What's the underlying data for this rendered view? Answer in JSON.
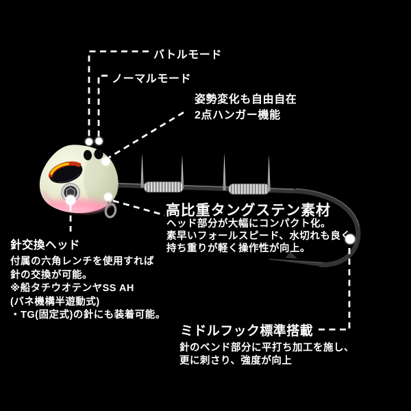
{
  "colors": {
    "background": "#000000",
    "text": "#ffffff",
    "leader_line": "#ffffff",
    "head_glow": "#eef1da",
    "belly_pink": "#ff9db8",
    "eye_red": "#c63213",
    "eye_yellow": "#f7c800",
    "hook_metal": "#383838",
    "coil_silver": "#c9c9c9"
  },
  "callouts": {
    "battle_mode": {
      "label": "バトルモード"
    },
    "normal_mode": {
      "label": "ノーマルモード"
    },
    "hanger": {
      "line1": "姿勢変化も自由自在",
      "line2": "2点ハンガー機能"
    },
    "tungsten": {
      "title": "高比重タングステン素材",
      "body": [
        "ヘッド部分が大幅にコンパクト化。",
        "素早いフォールスピード、水切れも良く",
        "持ち重りが軽く操作性が向上。"
      ]
    },
    "head_exchange": {
      "title": "針交換ヘッド",
      "body": [
        "付属の六角レンチを使用すれば",
        "針の交換が可能。",
        "※船タチウオテンヤSS AH",
        "(バネ機構半遊動式)",
        "・TG(固定式)の針にも装着可能。"
      ]
    },
    "middle_hook": {
      "title": "ミドルフック標準搭載",
      "body": [
        "針のベンド部分に平打ち加工を施し、",
        "更に刺さり、強度が向上"
      ]
    }
  }
}
